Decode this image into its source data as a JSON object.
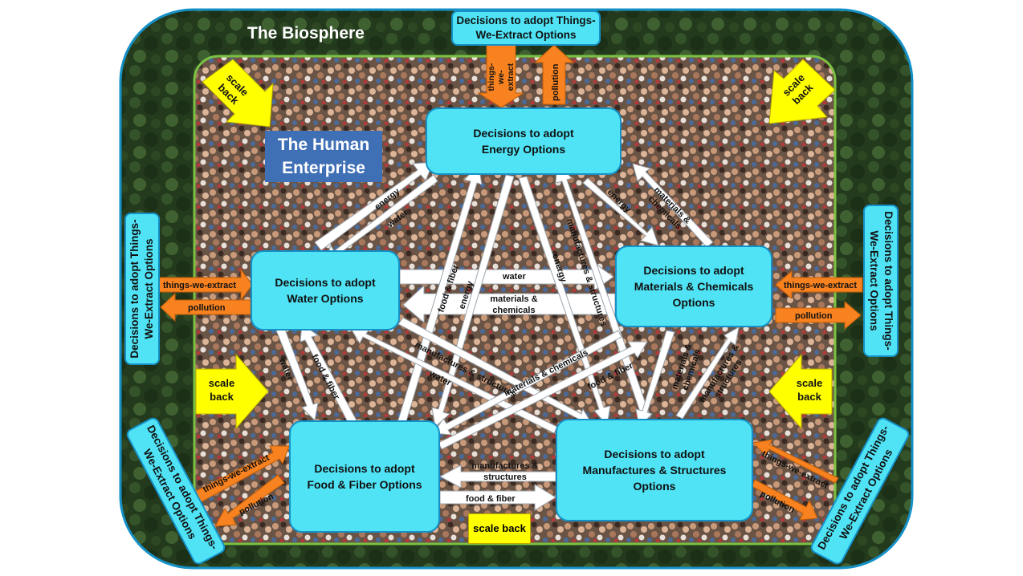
{
  "diagram": {
    "biosphere_label": "The Biosphere",
    "human_label": "The Human\nEnterprise",
    "nodes": {
      "energy": "Decisions to adopt\nEnergy Options",
      "water": "Decisions to adopt\nWater Options",
      "materials": "Decisions to adopt\nMaterials & Chemicals\nOptions",
      "food": "Decisions to adopt\nFood & Fiber Options",
      "manufactures": "Decisions to adopt\nManufactures & Structures\nOptions"
    },
    "external_nodes": {
      "top": "Decisions to adopt Things-\nWe-Extract Options",
      "left": "Decisions to adopt Things-\nWe-Extract Options",
      "right": "Decisions to adopt Things-\nWe-Extract Options",
      "bottom_left": "Decisions to adopt Things-\nWe-Extract Options",
      "bottom_right": "Decisions to adopt Things-\nWe-Extract Options"
    },
    "flow_labels": {
      "things_we_extract": "things-we-extract",
      "pollution": "pollution",
      "energy": "energy",
      "water": "water",
      "food_fiber": "food & fiber",
      "materials_chemicals": "materials & chemicals",
      "manufactures_structures": "manufactures & structures",
      "scale_back": "scale back",
      "materials_split": "materials &\nchemicals",
      "manufactures_split": "manufactures &\nstructures",
      "things_split": "things-we-\nextract"
    },
    "colors": {
      "node_fill": "#4fe3f5",
      "node_border": "#1591c8",
      "internal_arrow": "#ffffff",
      "extract_arrow": "#f7821f",
      "scale_back_arrow": "#ffff00",
      "human_label_fill": "#3f6fb5",
      "biosphere_background": "#2b3f22"
    }
  }
}
